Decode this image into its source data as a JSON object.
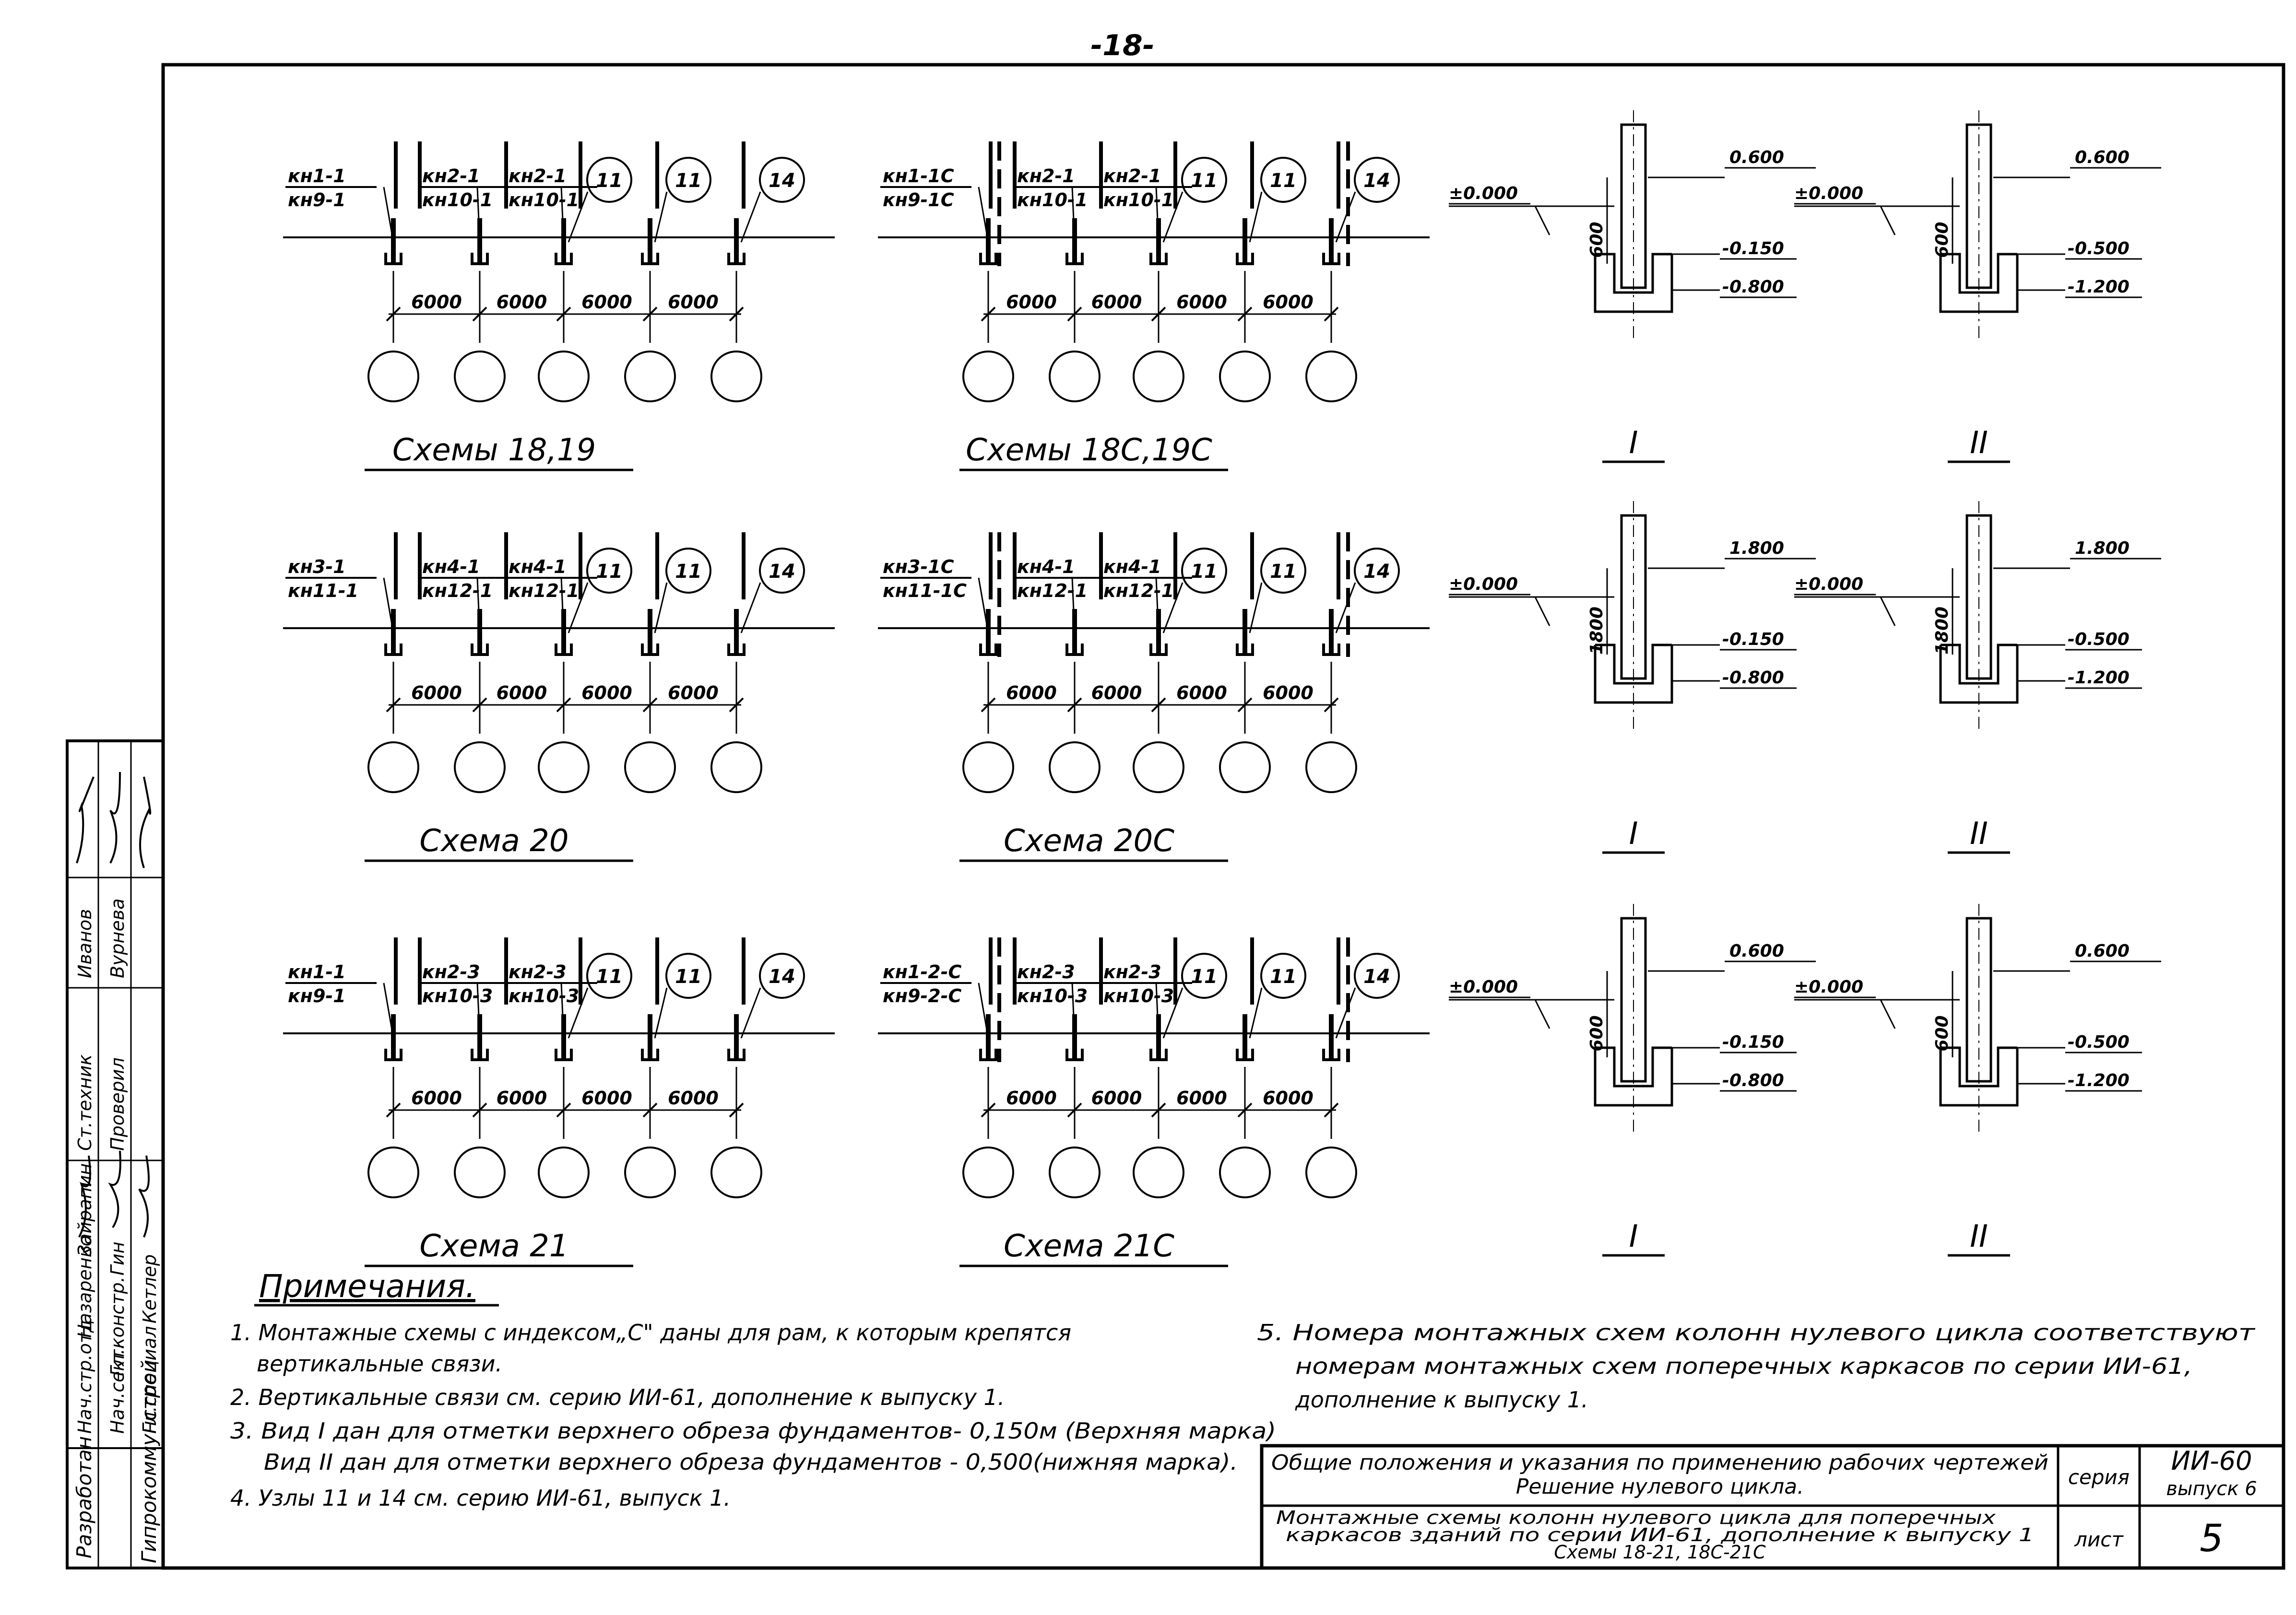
{
  "page_number": "-18-",
  "schemes": [
    {
      "title": "Схемы 18,19",
      "left_top": "кн1-1",
      "left_bottom": "кн9-1",
      "l2_top": "кн2-1",
      "l2_bottom": "кн10-1",
      "l3_top": "кн2-1",
      "l3_bottom": "кн10-1",
      "node_a": "11",
      "node_b": "11",
      "node_c": "14",
      "spans": [
        "6000",
        "6000",
        "6000",
        "6000"
      ]
    },
    {
      "title": "Схемы 18С,19С",
      "left_top": "кн1-1С",
      "left_bottom": "кн9-1С",
      "l2_top": "кн2-1",
      "l2_bottom": "кн10-1",
      "l3_top": "кн2-1",
      "l3_bottom": "кн10-1",
      "node_a": "11",
      "node_b": "11",
      "node_c": "14",
      "spans": [
        "6000",
        "6000",
        "6000",
        "6000"
      ]
    },
    {
      "title": "Схема 20",
      "left_top": "кн3-1",
      "left_bottom": "кн11-1",
      "l2_top": "кн4-1",
      "l2_bottom": "кн12-1",
      "l3_top": "кн4-1",
      "l3_bottom": "кн12-1",
      "node_a": "11",
      "node_b": "11",
      "node_c": "14",
      "spans": [
        "6000",
        "6000",
        "6000",
        "6000"
      ]
    },
    {
      "title": "Схема 20С",
      "left_top": "кн3-1С",
      "left_bottom": "кн11-1С",
      "l2_top": "кн4-1",
      "l2_bottom": "кн12-1",
      "l3_top": "кн4-1",
      "l3_bottom": "кн12-1",
      "node_a": "11",
      "node_b": "11",
      "node_c": "14",
      "spans": [
        "6000",
        "6000",
        "6000",
        "6000"
      ]
    },
    {
      "title": "Схема 21",
      "left_top": "кн1-1",
      "left_bottom": "кн9-1",
      "l2_top": "кн2-3",
      "l2_bottom": "кн10-3",
      "l3_top": "кн2-3",
      "l3_bottom": "кн10-3",
      "node_a": "11",
      "node_b": "11",
      "node_c": "14",
      "spans": [
        "6000",
        "6000",
        "6000",
        "6000"
      ]
    },
    {
      "title": "Схема 21С",
      "left_top": "кн1-2-С",
      "left_bottom": "кн9-2-С",
      "l2_top": "кн2-3",
      "l2_bottom": "кн10-3",
      "l3_top": "кн2-3",
      "l3_bottom": "кн10-3",
      "node_a": "11",
      "node_b": "11",
      "node_c": "14",
      "spans": [
        "6000",
        "6000",
        "6000",
        "6000"
      ]
    }
  ],
  "sections": [
    {
      "view": "I",
      "zero": "±0.000",
      "embed": "600",
      "top": "0.600",
      "e1": "-0.150",
      "e2": "-0.800"
    },
    {
      "view": "II",
      "zero": "±0.000",
      "embed": "600",
      "top": "0.600",
      "e1": "-0.500",
      "e2": "-1.200"
    },
    {
      "view": "I",
      "zero": "±0.000",
      "embed": "1800",
      "top": "1.800",
      "e1": "-0.150",
      "e2": "-0.800"
    },
    {
      "view": "II",
      "zero": "±0.000",
      "embed": "1800",
      "top": "1.800",
      "e1": "-0.500",
      "e2": "-1.200"
    },
    {
      "view": "I",
      "zero": "±0.000",
      "embed": "600",
      "top": "0.600",
      "e1": "-0.150",
      "e2": "-0.800"
    },
    {
      "view": "II",
      "zero": "±0.000",
      "embed": "600",
      "top": "0.600",
      "e1": "-0.500",
      "e2": "-1.200"
    }
  ],
  "notes": {
    "heading": "Примечания.",
    "n1a": "1.  Монтажные схемы с индексом„С\" даны для рам, к которым крепятся",
    "n1b": "вертикальные связи.",
    "n2": "2.  Вертикальные связи см. серию ИИ-61, дополнение к выпуску 1.",
    "n3a": "3.  Вид I дан для отметки верхнего обреза фундаментов- 0,150м (Верхняя марка)",
    "n3b": "Вид II дан для отметки верхнего обреза фундаментов - 0,500(нижняя марка).",
    "n4": "4.  Узлы 11 и 14 см. серию ИИ-61, выпуск 1.",
    "n5a": "5.   Номера монтажных схем колонн нулевого цикла соответствуют",
    "n5b": "номерам монтажных схем поперечных каркасов по серии ИИ-61,",
    "n5c": "дополнение к выпуску 1."
  },
  "title_block": {
    "main_line1": "Общие положения и указания по применению рабочих чертежей",
    "main_line2": "Решение нулевого цикла.",
    "sub_line1": "Монтажные схемы колонн нулевого цикла для поперечных",
    "sub_line2": "каркасов зданий по серии ИИ-61, дополнение к выпуску 1",
    "sub_line3": "Схемы 18-21, 18С-21С",
    "series_label": "серия",
    "series_value": "ИИ-60",
    "issue": "выпуск 6",
    "sheet_label": "лист",
    "sheet_value": "5"
  },
  "side_stamp": {
    "org1": "Разработан",
    "org2": "Гипрокоммунстрой",
    "roles": [
      "Нач.стр.отд",
      "Нач.сект.",
      "Гл.констр.",
      "Гл.специал"
    ],
    "names": [
      "Назаренко",
      "Гин",
      "Зайрапин",
      "Кетлер"
    ],
    "roles2": [
      "Ст.техник",
      "Проверил"
    ],
    "names2": [
      "Иванов",
      "Вурнева"
    ]
  }
}
